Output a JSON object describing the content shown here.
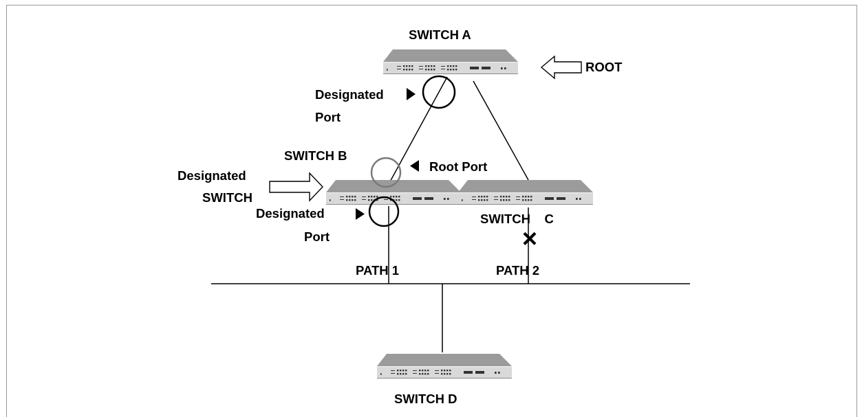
{
  "diagram": {
    "switches": [
      {
        "id": "A",
        "label": "SWITCH A",
        "note": "ROOT"
      },
      {
        "id": "B",
        "label": "SWITCH B"
      },
      {
        "id": "C",
        "label": "SWITCH    C"
      },
      {
        "id": "D",
        "label": "SWITCH D"
      }
    ],
    "annotations": {
      "root": "ROOT",
      "designated_port_a_line1": "Designated",
      "designated_port_a_line2": "Port",
      "root_port": "Root Port",
      "designated_switch_line1": "Designated",
      "designated_switch_line2": "SWITCH",
      "designated_port_b_line1": "Designated",
      "designated_port_b_line2": "Port"
    },
    "paths": {
      "path1": "PATH 1",
      "path2": "PATH 2"
    },
    "blocked_marker": "×",
    "colors": {
      "switch_top": "#9b9b9b",
      "switch_front": "#d9d9d9",
      "line": "#000000",
      "circle": "#000000",
      "root_port_circle": "#7a7a7a",
      "frame": "#9a9a9a"
    }
  }
}
